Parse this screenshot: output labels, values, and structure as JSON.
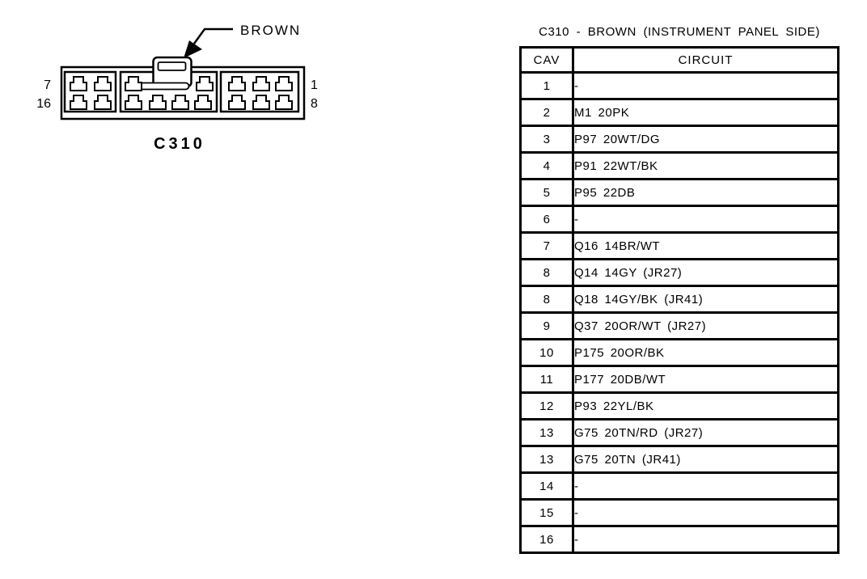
{
  "colors": {
    "ink": "#000000",
    "background": "#ffffff"
  },
  "connector": {
    "id_label": "C310",
    "color_callout": "BROWN",
    "pin_labels": {
      "left_top": "7",
      "left_bottom": "16",
      "right_top": "1",
      "right_bottom": "8"
    }
  },
  "table": {
    "title": "C310 - BROWN (INSTRUMENT PANEL SIDE)",
    "headers": [
      "CAV",
      "CIRCUIT"
    ],
    "rows": [
      {
        "cav": "1",
        "circuit": "-"
      },
      {
        "cav": "2",
        "circuit": "M1 20PK"
      },
      {
        "cav": "3",
        "circuit": "P97 20WT/DG"
      },
      {
        "cav": "4",
        "circuit": "P91 22WT/BK"
      },
      {
        "cav": "5",
        "circuit": "P95 22DB"
      },
      {
        "cav": "6",
        "circuit": "-"
      },
      {
        "cav": "7",
        "circuit": "Q16 14BR/WT"
      },
      {
        "cav": "8",
        "circuit": "Q14 14GY (JR27)"
      },
      {
        "cav": "8",
        "circuit": "Q18 14GY/BK (JR41)"
      },
      {
        "cav": "9",
        "circuit": "Q37 20OR/WT (JR27)"
      },
      {
        "cav": "10",
        "circuit": "P175 20OR/BK"
      },
      {
        "cav": "11",
        "circuit": "P177 20DB/WT"
      },
      {
        "cav": "12",
        "circuit": "P93 22YL/BK"
      },
      {
        "cav": "13",
        "circuit": "G75 20TN/RD (JR27)"
      },
      {
        "cav": "13",
        "circuit": "G75 20TN (JR41)"
      },
      {
        "cav": "14",
        "circuit": "-"
      },
      {
        "cav": "15",
        "circuit": "-"
      },
      {
        "cav": "16",
        "circuit": "-"
      }
    ]
  }
}
